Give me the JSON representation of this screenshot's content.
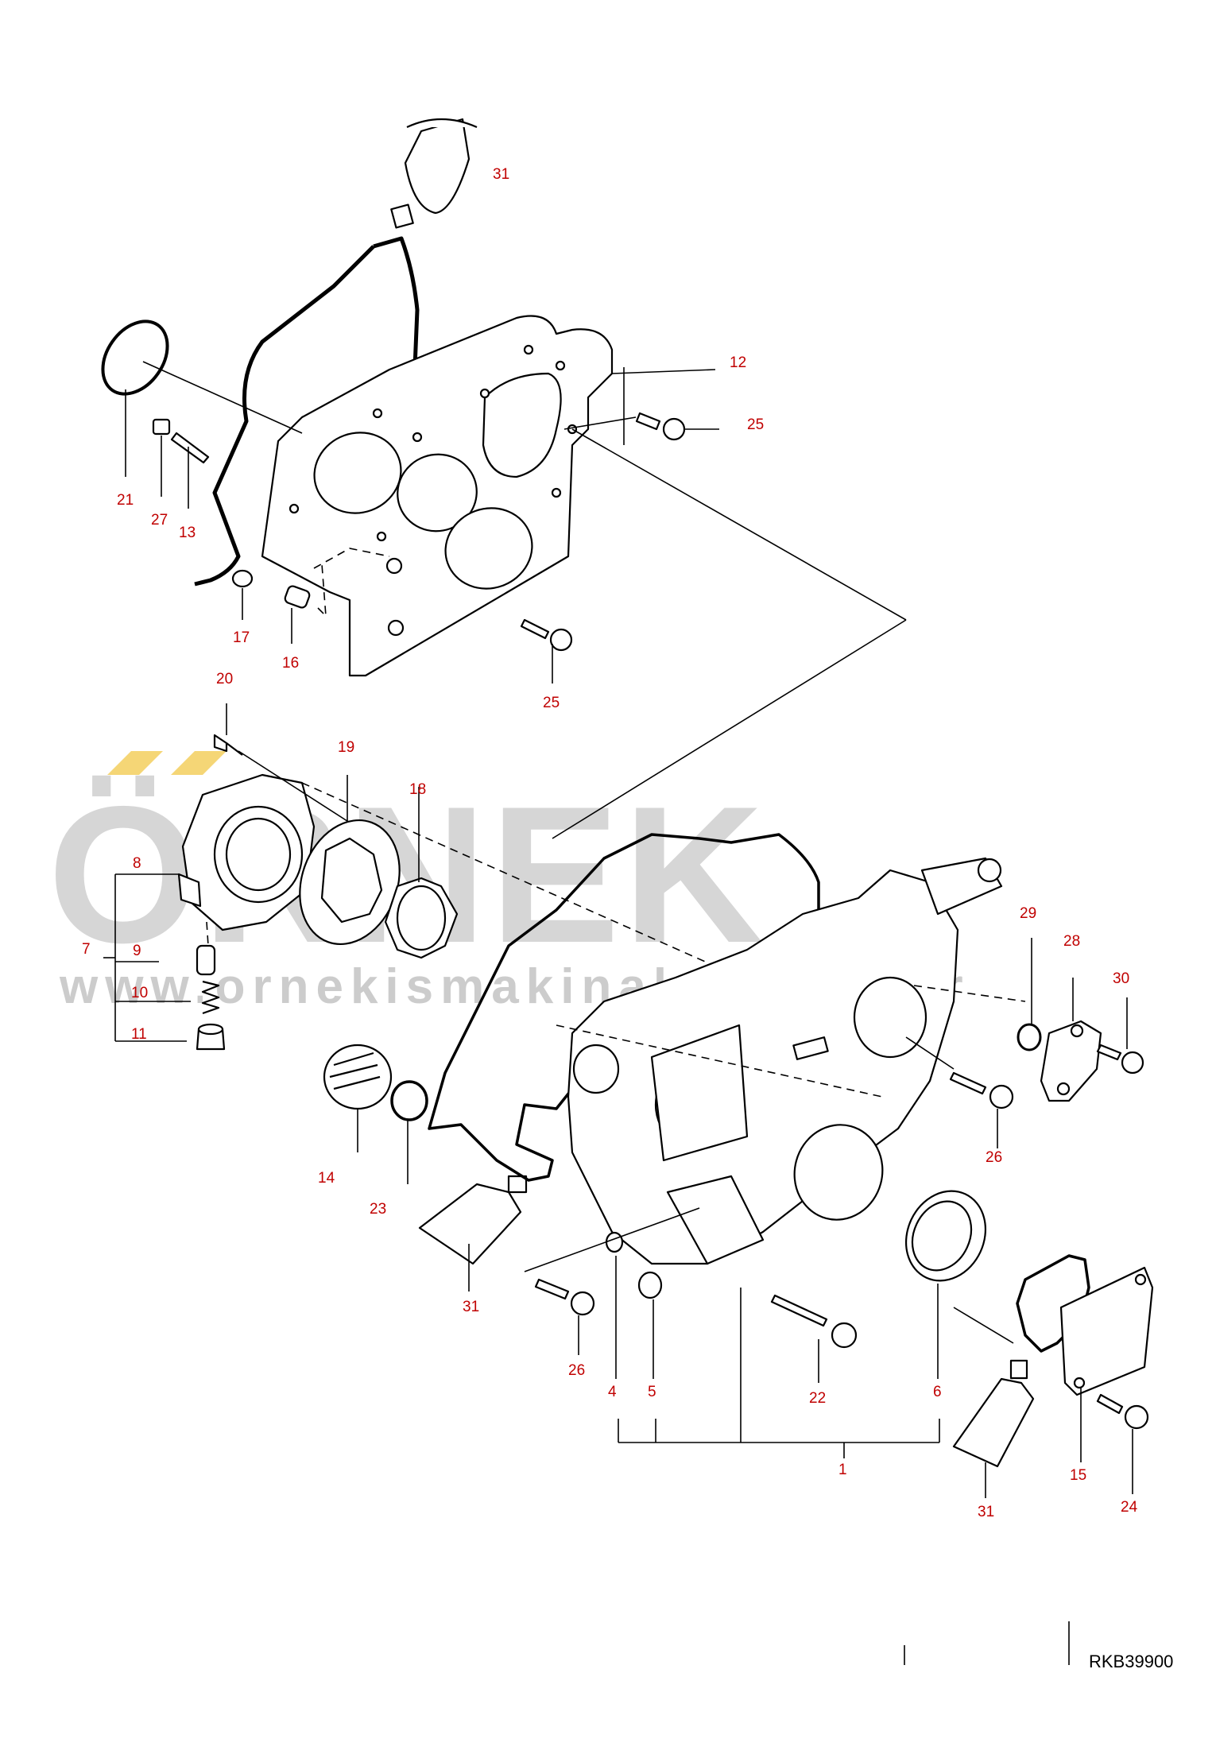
{
  "watermark": {
    "brand": "ÖRNEK",
    "url": "www.ornekismakinalari.com.tr",
    "accent_color": "#f5d676",
    "mark_color": "#d6d6d6"
  },
  "reference_code": "RKB39900",
  "callout_color": "#c00000",
  "callouts": {
    "c1": "1",
    "c4": "4",
    "c5": "5",
    "c6": "6",
    "c7": "7",
    "c8": "8",
    "c9": "9",
    "c10": "10",
    "c11": "11",
    "c12": "12",
    "c13": "13",
    "c14": "14",
    "c15": "15",
    "c16": "16",
    "c17": "17",
    "c18": "18",
    "c19": "19",
    "c20": "20",
    "c21": "21",
    "c22": "22",
    "c23": "23",
    "c24": "24",
    "c25a": "25",
    "c25b": "25",
    "c26a": "26",
    "c26b": "26",
    "c27": "27",
    "c28": "28",
    "c29": "29",
    "c30": "30",
    "c31a": "31",
    "c31b": "31",
    "c31c": "31"
  }
}
